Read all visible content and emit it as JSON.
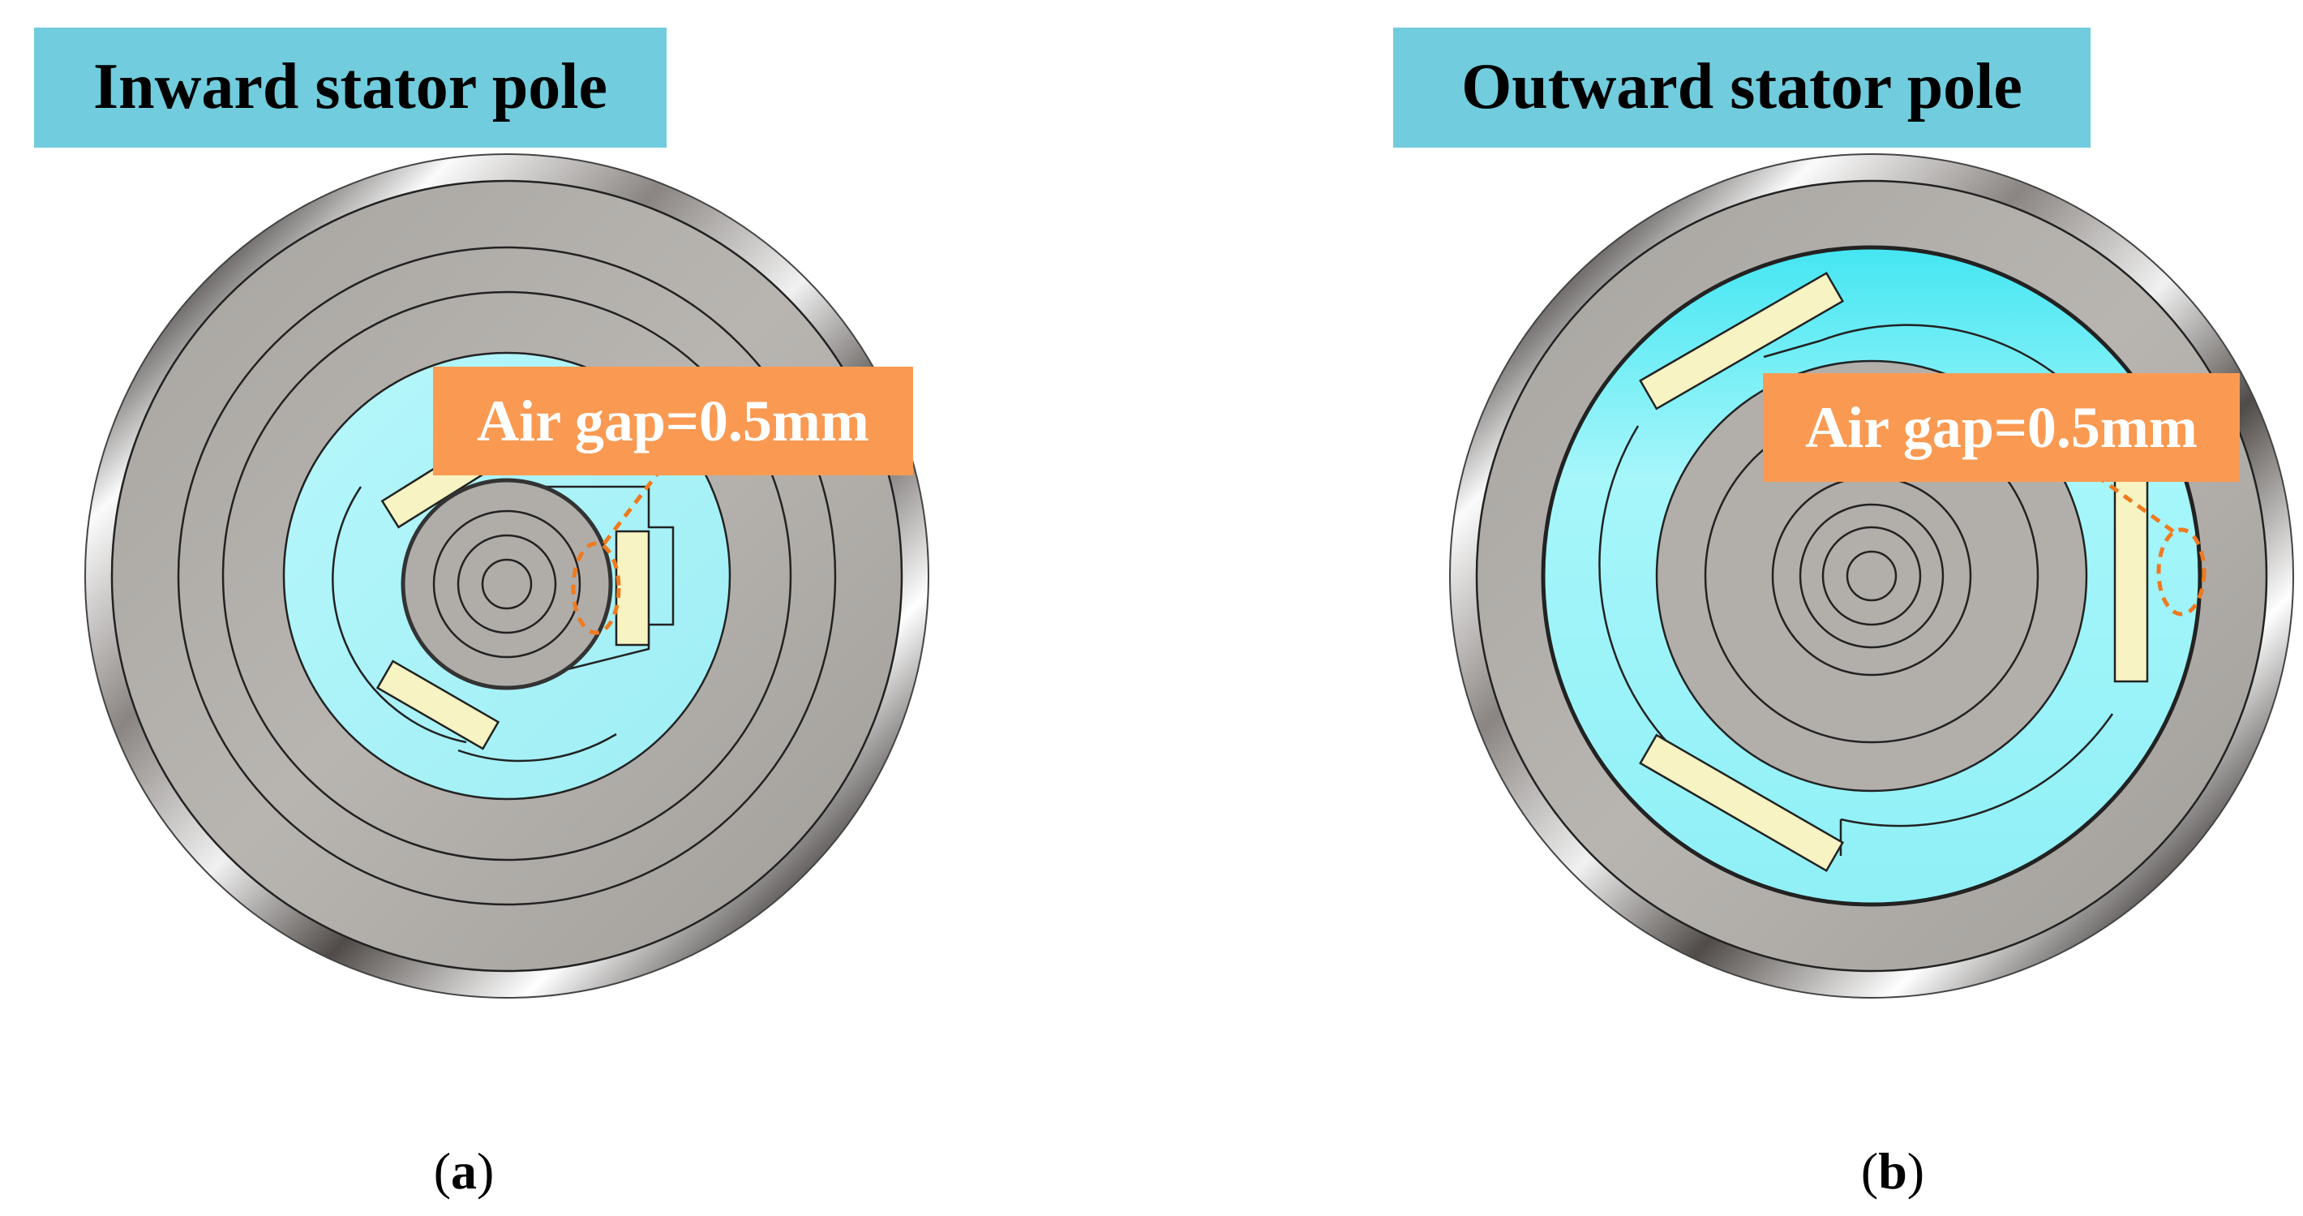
{
  "panels": [
    {
      "id": "a",
      "title": "Inward stator pole",
      "annotation": "Air gap=0.5mm",
      "caption_letter": "a"
    },
    {
      "id": "b",
      "title": "Outward stator pole",
      "annotation": "Air gap=0.5mm",
      "caption_letter": "b"
    }
  ],
  "colors": {
    "title_bg": "#71CCDD",
    "annotation_bg": "#FA9A52",
    "annotation_text": "#FFFFFF",
    "stator_cyan": "#A6F2F7",
    "magnet_yellow": "#F7F3C2",
    "disc_gray": "#B1AEAA",
    "gap_marker": "#F07A1E"
  }
}
